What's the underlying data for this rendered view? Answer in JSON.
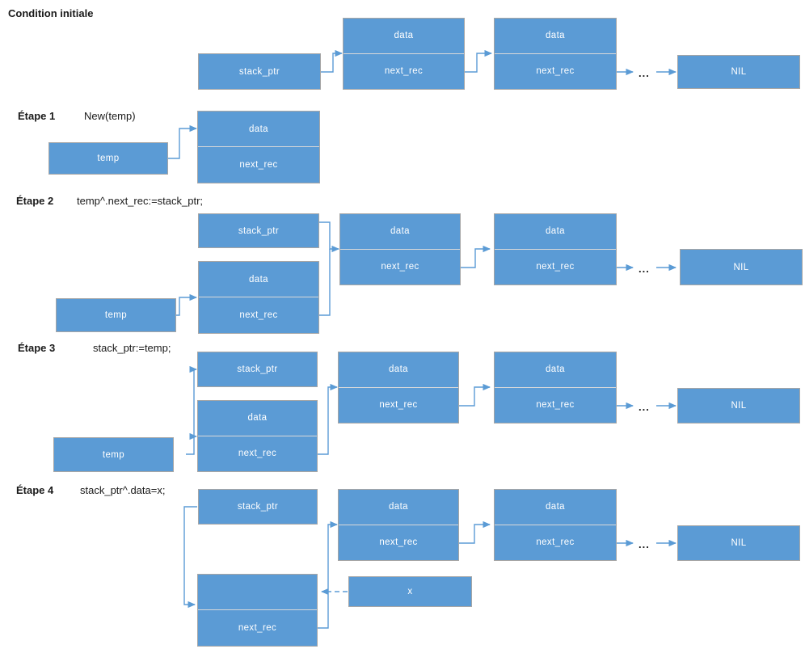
{
  "diagram": {
    "title": "Condition initiale",
    "language": "fr",
    "accent_color": "#5B9BD5",
    "box_border_color": "#A6A6A6",
    "wire_color": "#5B9BD5",
    "text_color": "#FFFFFF",
    "label_color": "#1A1A1A"
  },
  "labels": {
    "data": "data",
    "next_rec": "next_rec",
    "stack_ptr": "stack_ptr",
    "temp": "temp",
    "nil": "NIL",
    "x": "x",
    "ellipsis": "...",
    "empty": ""
  },
  "steps": [
    {
      "name": "Condition initiale",
      "code": ""
    },
    {
      "name": "Étape 1",
      "code": "New(temp)"
    },
    {
      "name": "Étape 2",
      "code": "temp^.next_rec:=stack_ptr;"
    },
    {
      "name": "Étape 3",
      "code": "stack_ptr:=temp;"
    },
    {
      "name": "Étape 4",
      "code": "stack_ptr^.data=x;"
    }
  ],
  "row0": {
    "stack_ptr": "stack_ptr",
    "node1": {
      "data": "data",
      "next_rec": "next_rec"
    },
    "node2": {
      "data": "data",
      "next_rec": "next_rec"
    },
    "ellipsis": "...",
    "nil": "NIL"
  },
  "row1": {
    "temp": "temp",
    "node": {
      "data": "data",
      "next_rec": "next_rec"
    }
  },
  "row2": {
    "stack_ptr": "stack_ptr",
    "temp": "temp",
    "temp_node": {
      "data": "data",
      "next_rec": "next_rec"
    },
    "node1": {
      "data": "data",
      "next_rec": "next_rec"
    },
    "node2": {
      "data": "data",
      "next_rec": "next_rec"
    },
    "ellipsis": "...",
    "nil": "NIL"
  },
  "row3": {
    "stack_ptr": "stack_ptr",
    "temp": "temp",
    "temp_node": {
      "data": "data",
      "next_rec": "next_rec"
    },
    "node1": {
      "data": "data",
      "next_rec": "next_rec"
    },
    "node2": {
      "data": "data",
      "next_rec": "next_rec"
    },
    "ellipsis": "...",
    "nil": "NIL"
  },
  "row4": {
    "stack_ptr": "stack_ptr",
    "temp_node": {
      "data": "",
      "next_rec": "next_rec"
    },
    "x_box": "x",
    "node1": {
      "data": "data",
      "next_rec": "next_rec"
    },
    "node2": {
      "data": "data",
      "next_rec": "next_rec"
    },
    "ellipsis": "...",
    "nil": "NIL"
  }
}
